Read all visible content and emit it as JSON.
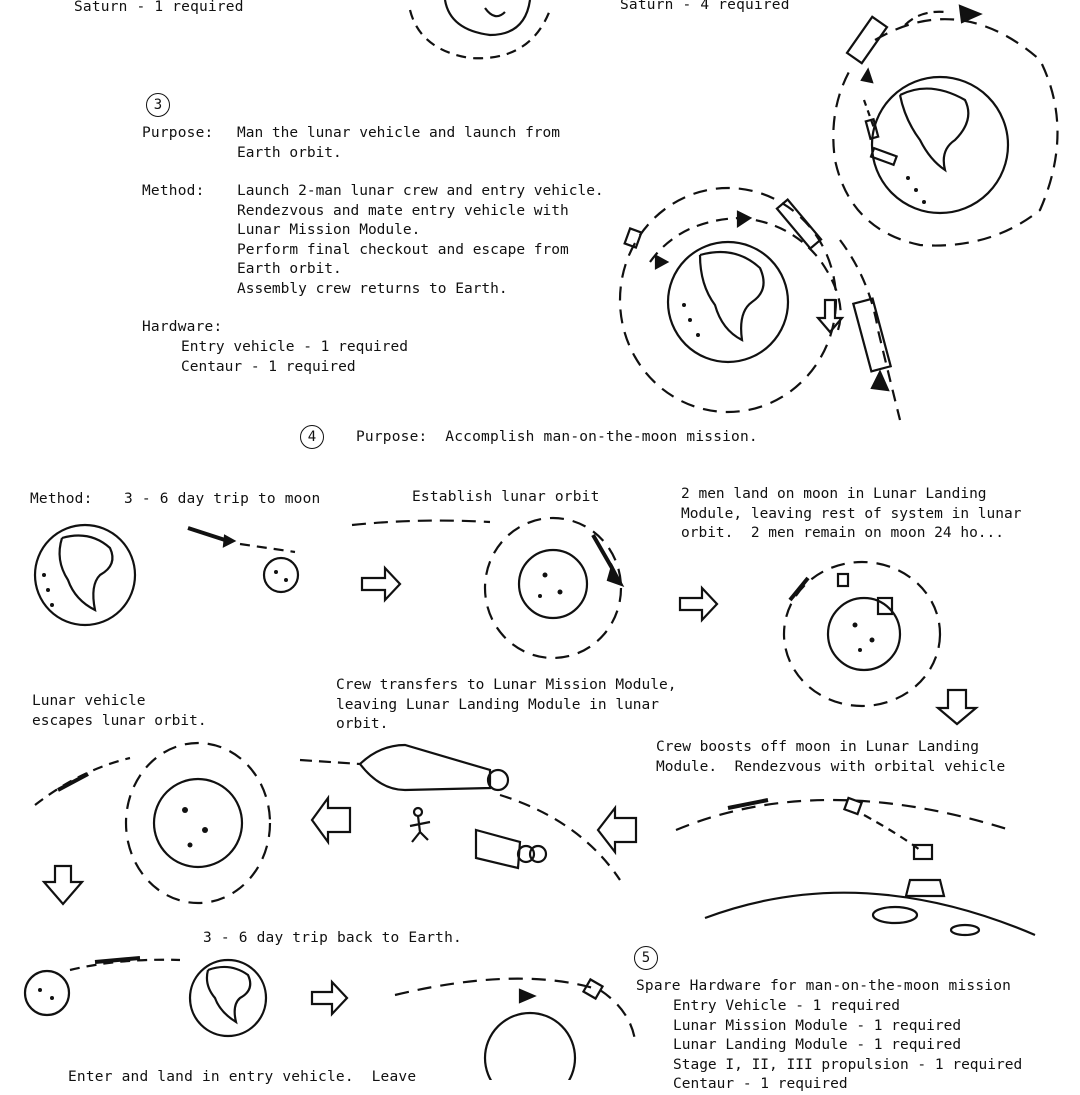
{
  "top": {
    "left_hw": "Saturn - 1 required",
    "right_hw": "Saturn - 4 required"
  },
  "step3": {
    "number": "3",
    "purpose_label": "Purpose:",
    "purpose_lines": [
      "Man the lunar vehicle and launch from",
      "Earth orbit."
    ],
    "method_label": "Method:",
    "method_lines": [
      "Launch 2-man lunar crew and entry vehicle.",
      "Rendezvous and mate entry vehicle with",
      "Lunar Mission Module.",
      "Perform final checkout and escape from",
      "Earth orbit.",
      "Assembly crew returns to Earth."
    ],
    "hardware_label": "Hardware:",
    "hardware_lines": [
      "Entry vehicle - 1 required",
      "Centaur - 1 required"
    ]
  },
  "step4": {
    "number": "4",
    "purpose": "Purpose:  Accomplish man-on-the-moon mission.",
    "method_label": "Method:",
    "trip_out": "3 - 6 day trip to moon",
    "lunar_orbit": "Establish lunar orbit",
    "land_lines": [
      "2 men land on moon in Lunar Landing",
      "Module, leaving rest of system in lunar",
      "orbit.  2 men remain on moon 24 ho..."
    ],
    "transfer_lines": [
      "Crew transfers to Lunar Mission Module,",
      "leaving Lunar Landing Module in lunar",
      "orbit."
    ],
    "escape_lines": [
      "Lunar vehicle",
      "escapes lunar orbit."
    ],
    "boost_lines": [
      "Crew boosts off moon in Lunar Landing",
      "Module.  Rendezvous with orbital vehicle"
    ],
    "trip_back": "3 - 6 day trip back to Earth.",
    "enter_partial": "Enter and land in entry vehicle.  Leave"
  },
  "step5": {
    "number": "5",
    "title": "Spare Hardware for man-on-the-moon mission",
    "items": [
      "Entry Vehicle - 1 required",
      "Lunar Mission Module - 1 required",
      "Lunar Landing Module - 1 required",
      "Stage I, II, III propulsion - 1 required",
      "Centaur - 1 required"
    ]
  }
}
